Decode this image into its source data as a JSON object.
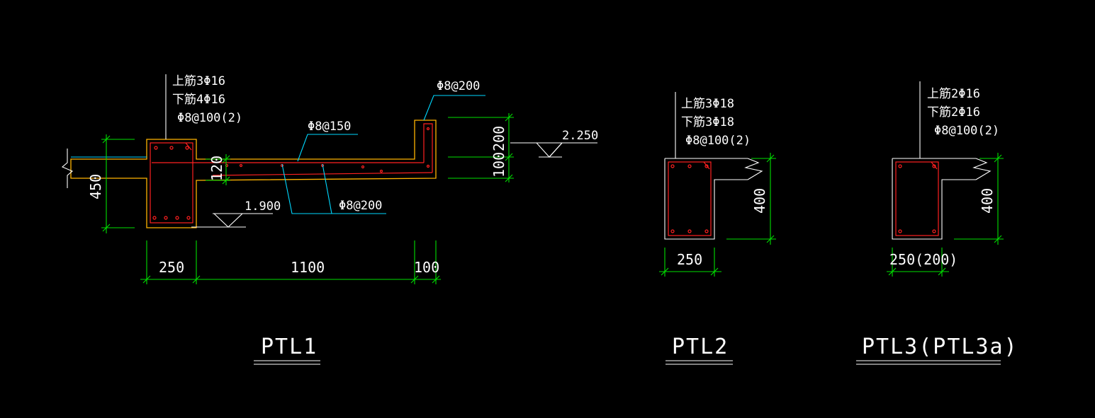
{
  "ptl1": {
    "rebar_top": "上筋3Φ16",
    "rebar_bottom": "下筋4Φ16",
    "stirrup": "Φ8@100(2)",
    "slab_top_bar": "Φ8@150",
    "slab_bottom_bar": "Φ8@200",
    "upstand_bar": "Φ8@200",
    "elev_high": "2.250",
    "elev_low": "1.900",
    "dim_depth": "450",
    "dim_slab": "120",
    "dim_upstand": "200",
    "dim_upstand_base": "100",
    "dim_width": "250",
    "dim_span": "1100",
    "dim_edge": "100",
    "title": "PTL1"
  },
  "ptl2": {
    "rebar_top": "上筋3Φ18",
    "rebar_bottom": "下筋3Φ18",
    "stirrup": "Φ8@100(2)",
    "dim_depth": "400",
    "dim_width": "250",
    "title": "PTL2"
  },
  "ptl3": {
    "rebar_top": "上筋2Φ16",
    "rebar_bottom": "下筋2Φ16",
    "stirrup": "Φ8@100(2)",
    "dim_depth": "400",
    "dim_width": "250(200)",
    "title": "PTL3(PTL3a)"
  },
  "colors": {
    "background": "#000000",
    "concrete": "#ffb400",
    "rebar": "#ff2020",
    "dimension": "#00e000",
    "leader": "#ffffff",
    "slab_leader": "#00d8ff"
  }
}
